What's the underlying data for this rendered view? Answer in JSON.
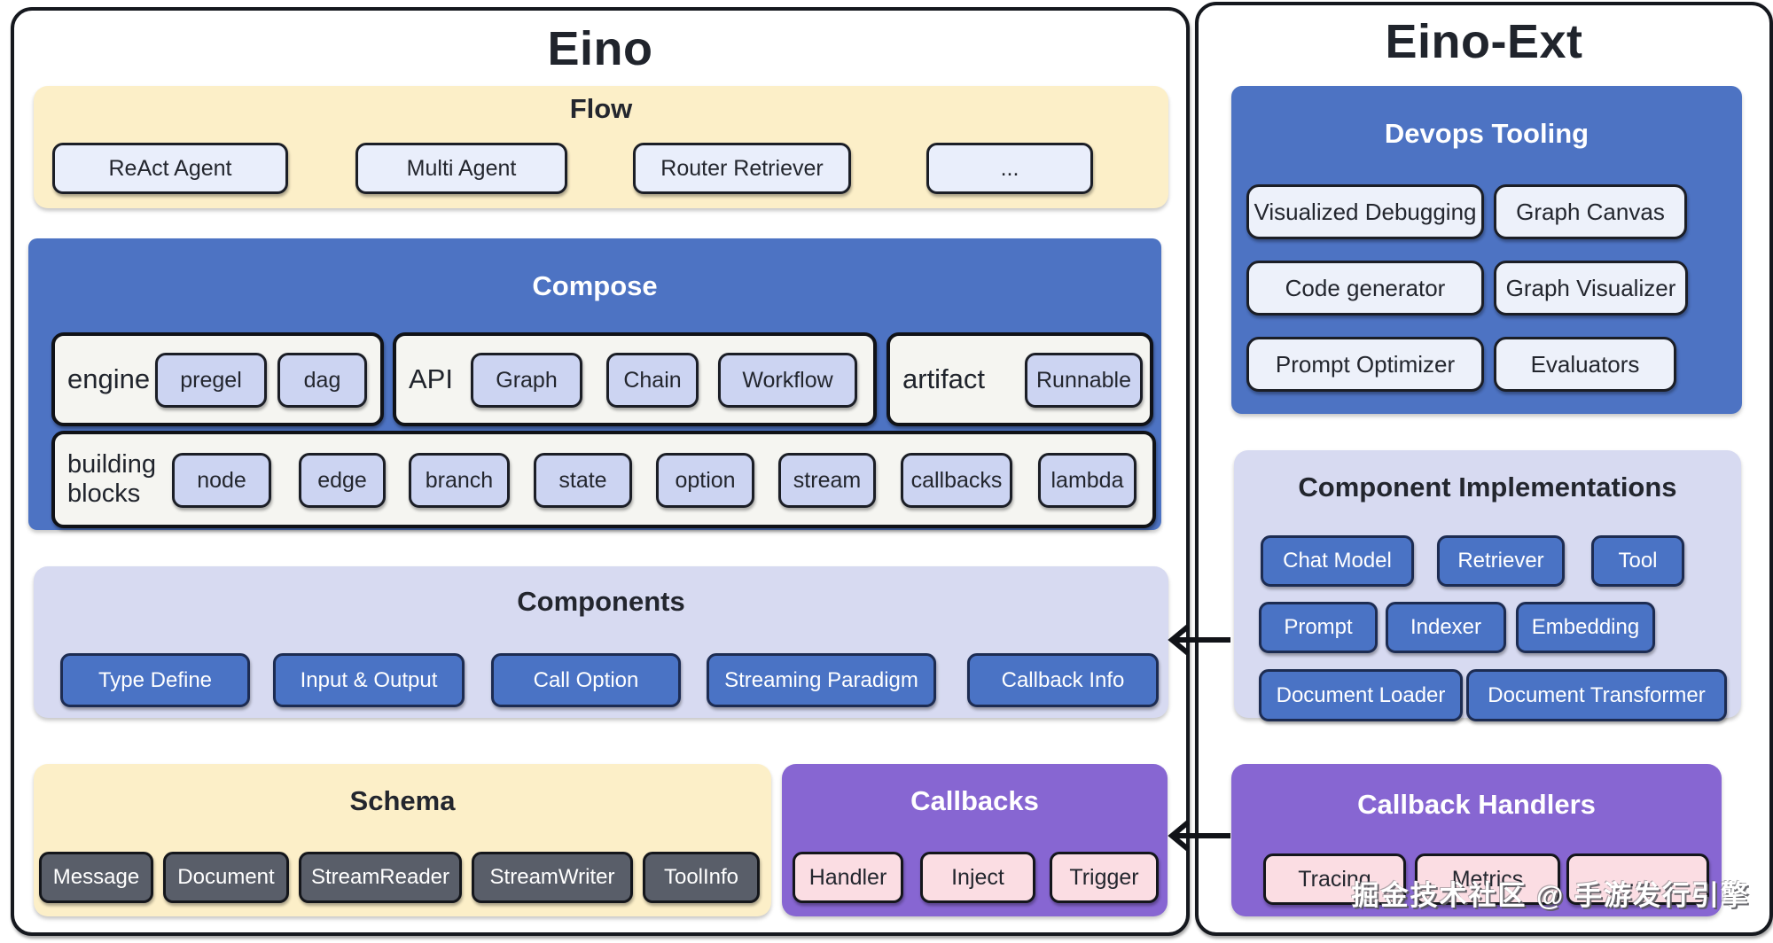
{
  "left_panel": {
    "title": "Eino",
    "flow": {
      "title": "Flow",
      "items": [
        "ReAct Agent",
        "Multi Agent",
        "Router Retriever",
        "..."
      ]
    },
    "compose": {
      "title": "Compose",
      "engine": {
        "label": "engine",
        "items": [
          "pregel",
          "dag"
        ]
      },
      "api": {
        "label": "API",
        "items": [
          "Graph",
          "Chain",
          "Workflow"
        ]
      },
      "artifact": {
        "label": "artifact",
        "items": [
          "Runnable"
        ]
      },
      "building_blocks": {
        "label": "building blocks",
        "items": [
          "node",
          "edge",
          "branch",
          "state",
          "option",
          "stream",
          "callbacks",
          "lambda"
        ]
      }
    },
    "components": {
      "title": "Components",
      "items": [
        "Type Define",
        "Input & Output",
        "Call Option",
        "Streaming Paradigm",
        "Callback Info"
      ]
    },
    "schema": {
      "title": "Schema",
      "items": [
        "Message",
        "Document",
        "StreamReader",
        "StreamWriter",
        "ToolInfo"
      ]
    },
    "callbacks": {
      "title": "Callbacks",
      "items": [
        "Handler",
        "Inject",
        "Trigger"
      ]
    }
  },
  "right_panel": {
    "title": "Eino-Ext",
    "devops_tooling": {
      "title": "Devops Tooling",
      "items": [
        "Visualized Debugging",
        "Graph Canvas",
        "Code generator",
        "Graph Visualizer",
        "Prompt Optimizer",
        "Evaluators"
      ]
    },
    "component_implementations": {
      "title": "Component Implementations",
      "items": [
        "Chat Model",
        "Retriever",
        "Tool",
        "Prompt",
        "Indexer",
        "Embedding",
        "Document Loader",
        "Document Transformer"
      ]
    },
    "callback_handlers": {
      "title": "Callback Handlers",
      "items": [
        "Tracing",
        "Metrics",
        "..."
      ]
    }
  },
  "watermark": "掘金技术社区 @ 手游发行引擎",
  "colors": {
    "section_blue": "#4d73c3",
    "section_lavender": "#d7daf1",
    "section_yellow": "#fcefc8",
    "section_purple": "#8766d2",
    "chip_light_blue": "#e9eefb",
    "chip_periwinkle": "#ccd4f2",
    "chip_dark_gray": "#595e69",
    "chip_pink": "#fbdde3",
    "button_blue": "#4a73c5",
    "border_dark": "#15181e"
  }
}
